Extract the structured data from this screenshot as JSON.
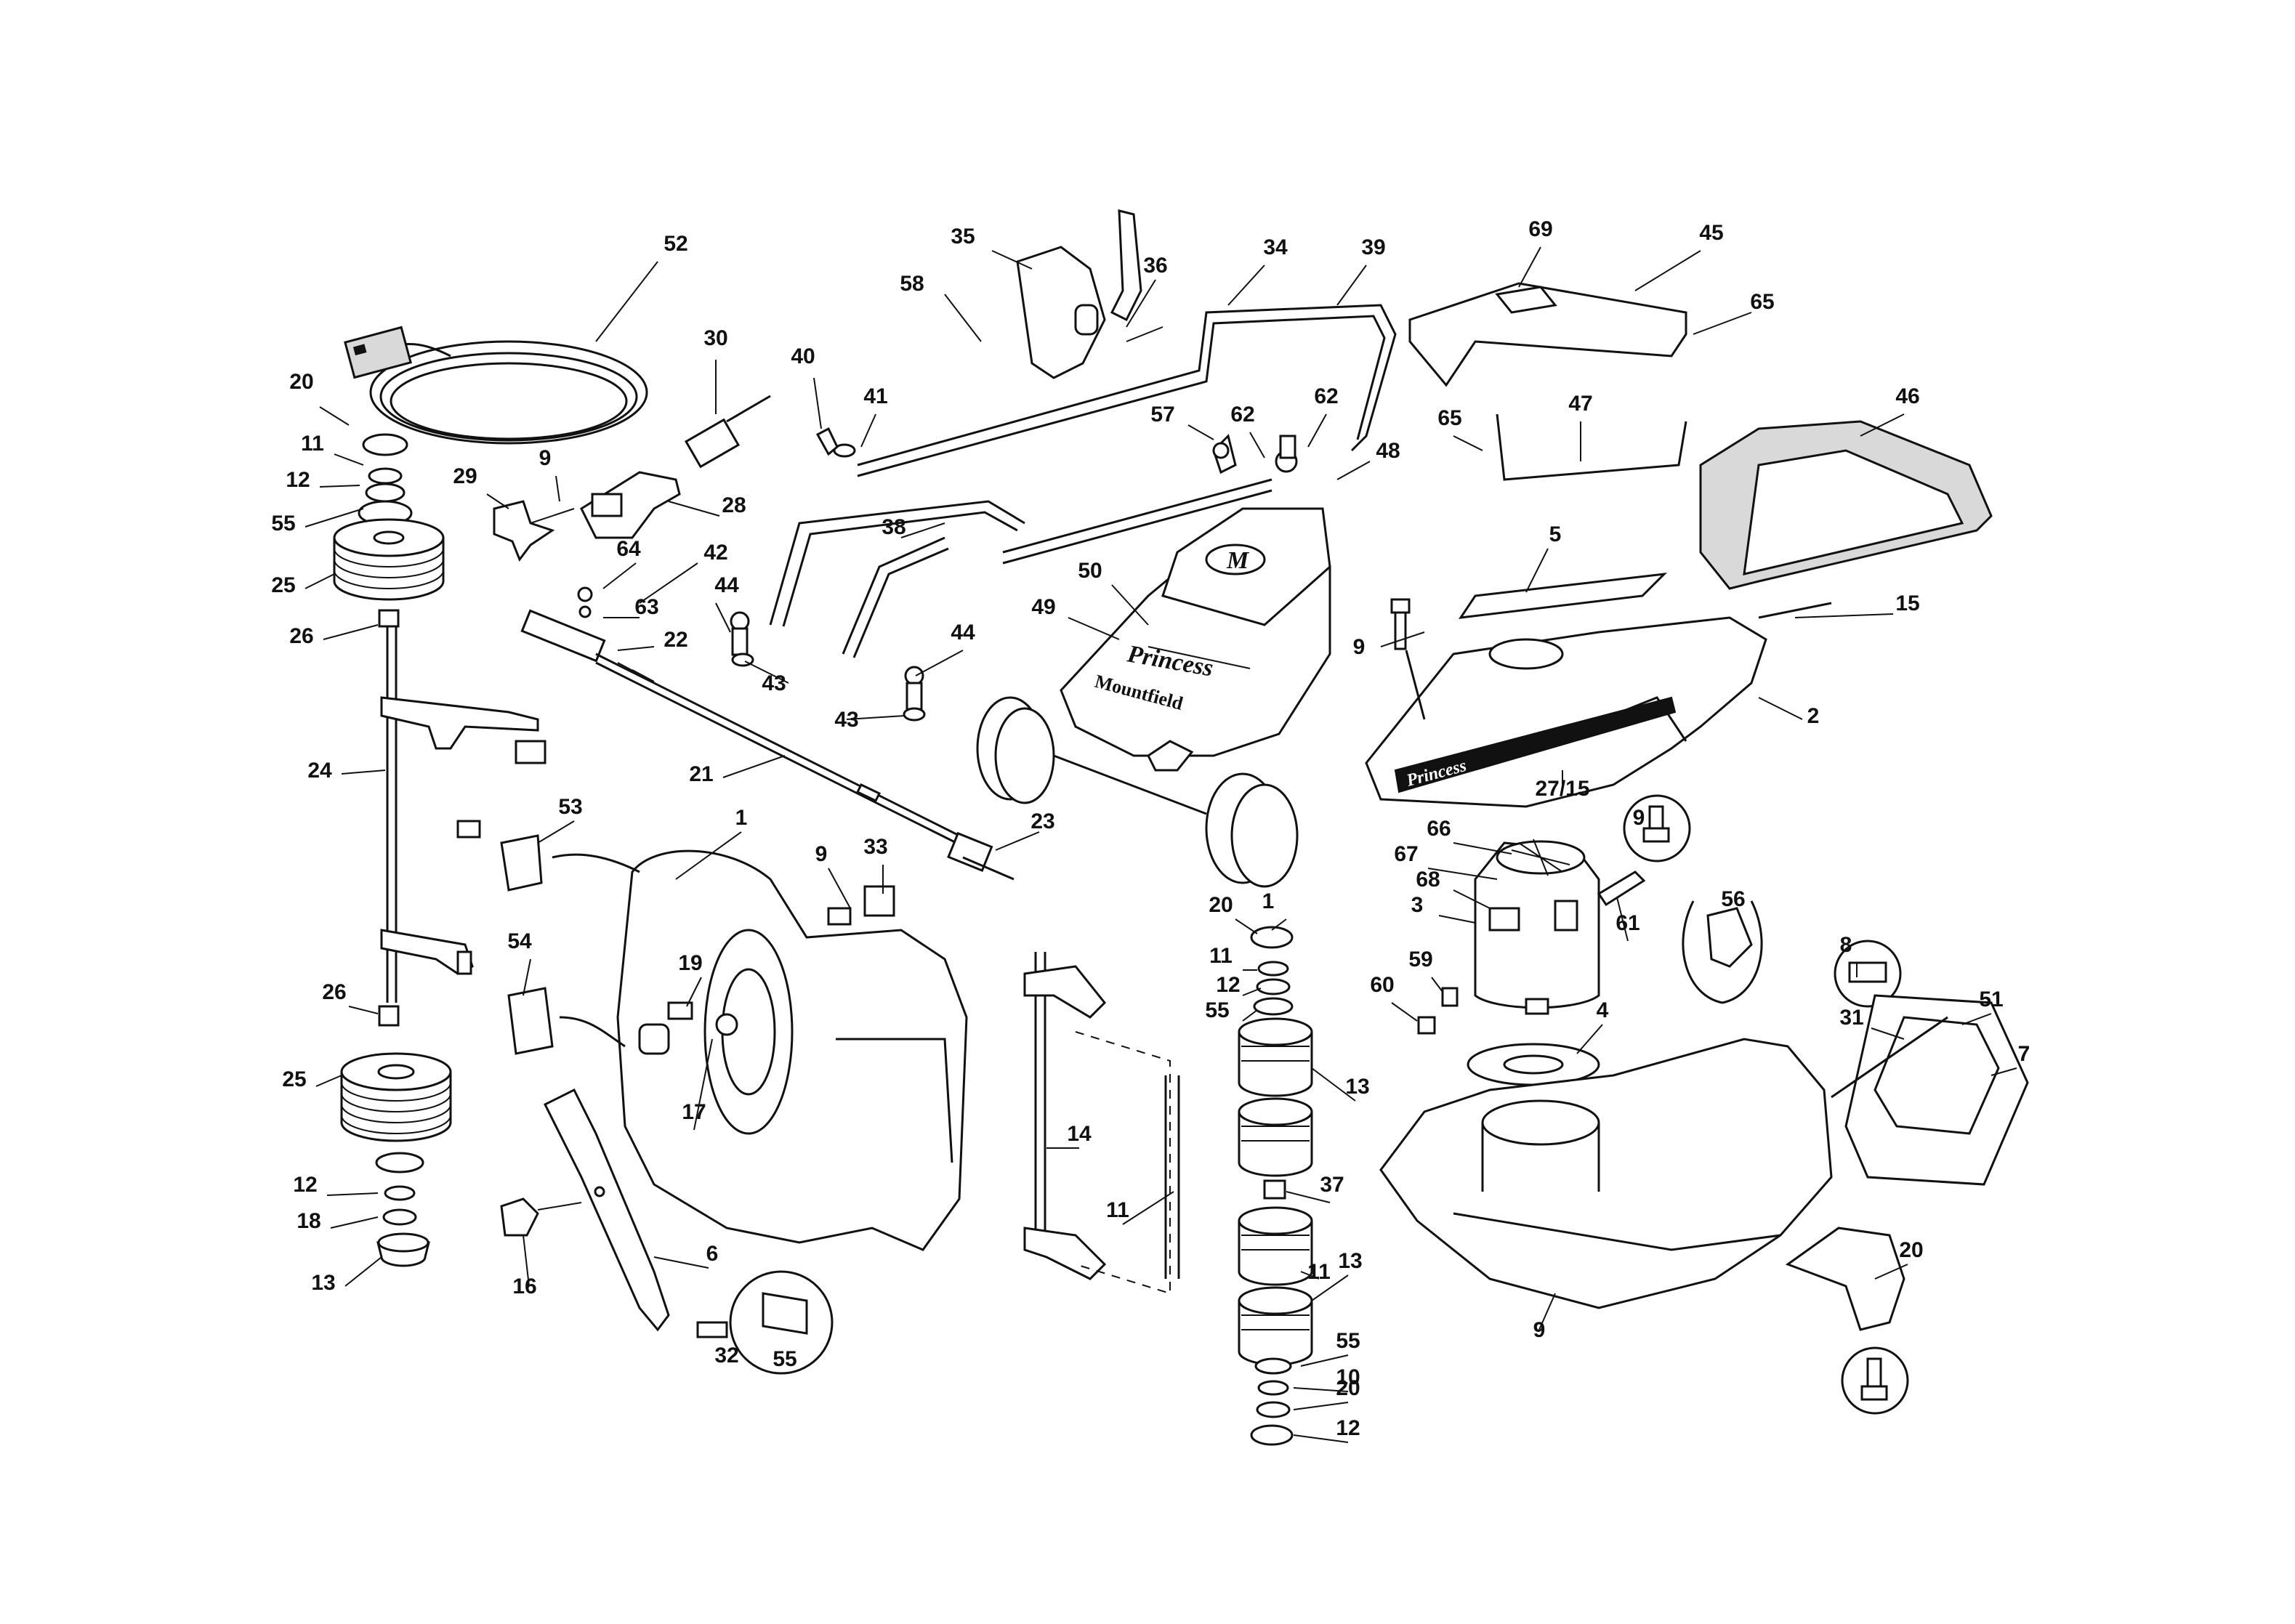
{
  "diagram": {
    "part_labels": [
      "52",
      "35",
      "58",
      "36",
      "34",
      "39",
      "69",
      "45",
      "65",
      "20",
      "11",
      "12",
      "55",
      "30",
      "40",
      "41",
      "57",
      "62",
      "62",
      "48",
      "65",
      "47",
      "46",
      "29",
      "9",
      "28",
      "25",
      "64",
      "42",
      "38",
      "5",
      "15",
      "26",
      "63",
      "22",
      "44",
      "50",
      "49",
      "9",
      "44",
      "43",
      "43",
      "2",
      "24",
      "21",
      "27/15",
      "9",
      "23",
      "53",
      "66",
      "33",
      "9",
      "1",
      "67",
      "68",
      "3",
      "20",
      "61",
      "56",
      "54",
      "19",
      "11",
      "12",
      "8",
      "60",
      "59",
      "26",
      "55",
      "51",
      "4",
      "31",
      "7",
      "25",
      "17",
      "14",
      "13",
      "13",
      "55",
      "37",
      "12",
      "10",
      "11",
      "18",
      "16",
      "6",
      "20",
      "13",
      "1",
      "9",
      "32",
      "55",
      "12",
      "11",
      "20"
    ],
    "brand_text": {
      "cover_princess": "Princess",
      "cover_mountfield": "Mountfield",
      "hood_princess": "Princess",
      "logo_mark": "M"
    }
  }
}
